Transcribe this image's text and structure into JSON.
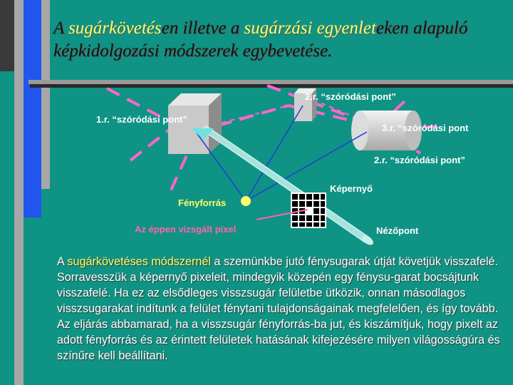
{
  "title": {
    "p1": "A ",
    "hl1": "sugárkövetés",
    "p2": "en illetve a ",
    "hl2": "sugárzási egyenlet",
    "p3": "eken alapuló képkidolgozási módszerek egybevetése."
  },
  "diagram": {
    "labels": {
      "scatter_1": "1.r. “szóródási pont”",
      "scatter_2_top": "2.r. “szóródási pont”",
      "scatter_3": "3.r. “szóródási pont",
      "scatter_2_bottom": "2.r. “szóródási pont”",
      "screen": "Képernyő",
      "light_source": "Fényforrás",
      "examined_pixel": "Az éppen  vizsgált pixel",
      "viewpoint": "Nézőpont"
    }
  },
  "body": {
    "p1": "A ",
    "hl": "sugárkövetéses módszernél",
    "p2": " a szemünkbe jutó fénysugarak útját követjük visszafelé. Sorravesszük a képernyő pixeleit, mindegyik közepén egy fénysu-garat bocsájtunk visszafelé. Ha ez az elsődleges visszsugár felületbe ütközik, onnan másodlagos visszsugarakat indítunk a felület fénytani tulajdonságainak megfelelően, és így tovább. Az eljárás abbamarad, ha a visszsugár fényforrás-ba jut, és kiszámítjuk, hogy pixelt az adott fényforrás és az érintett felületek hatásának kifejezésére milyen világosságúra és színűre kell beállítani."
  },
  "colors": {
    "background": "#0f9384",
    "highlight": "#ffff66",
    "pink": "#ff66aa",
    "bar_blue": "#2255ee",
    "bar_gray": "#a7a7a7"
  }
}
